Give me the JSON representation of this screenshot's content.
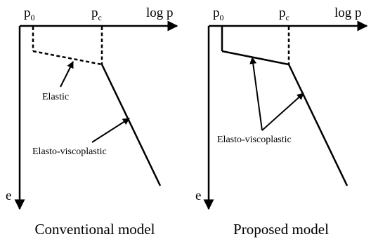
{
  "panels": [
    {
      "id": "conventional",
      "p0_label": "p",
      "p0_sub": "0",
      "pc_label": "p",
      "pc_sub": "c",
      "x_axis_label": "log p",
      "y_axis_label": "e",
      "annotation_1": "Elastic",
      "annotation_2": "Elasto-viscoplastic",
      "caption": "Conventional model"
    },
    {
      "id": "proposed",
      "p0_label": "p",
      "p0_sub": "0",
      "pc_label": "p",
      "pc_sub": "c",
      "x_axis_label": "log p",
      "y_axis_label": "e",
      "annotation_1": "Elasto-viscoplastic",
      "caption": "Proposed model"
    }
  ]
}
